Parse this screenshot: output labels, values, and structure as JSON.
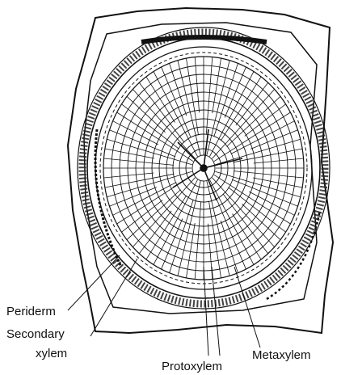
{
  "figure": {
    "labels": {
      "periderm": "Periderm",
      "secondary_xylem_line1": "Secondary",
      "secondary_xylem_line2": "xylem",
      "protoxylem": "Protoxylem",
      "metaxylem": "Metaxylem"
    },
    "colors": {
      "ink": "#111111",
      "paper": "#ffffff"
    }
  }
}
